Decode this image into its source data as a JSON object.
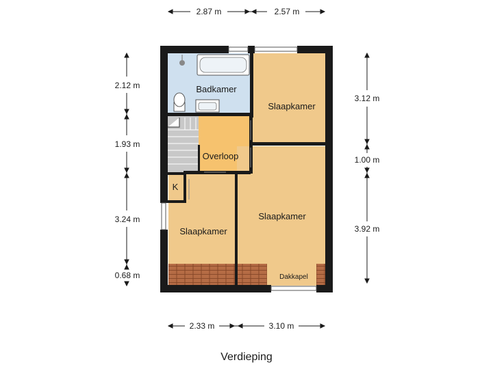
{
  "title": "Verdieping",
  "rooms": {
    "badkamer": "Badkamer",
    "slaapkamer_top_right": "Slaapkamer",
    "overloop": "Overloop",
    "kast": "K",
    "slaapkamer_bottom_left": "Slaapkamer",
    "slaapkamer_bottom_right": "Slaapkamer",
    "dakkapel": "Dakkapel"
  },
  "dimensions": {
    "top": [
      "2.87 m",
      "2.57 m"
    ],
    "bottom": [
      "2.33 m",
      "3.10 m"
    ],
    "left": [
      "2.12 m",
      "1.93 m",
      "3.24 m",
      "0.68 m"
    ],
    "right": [
      "3.12 m",
      "1.00 m",
      "3.92 m"
    ]
  },
  "colors": {
    "room_fill": "#f0c98b",
    "bathroom_fill": "#cfe0ef",
    "landing_fill": "#f6c26e",
    "stair_fill": "#c8c8c8",
    "roof_fill": "#b06a42",
    "wall": "#1a1a1a"
  }
}
